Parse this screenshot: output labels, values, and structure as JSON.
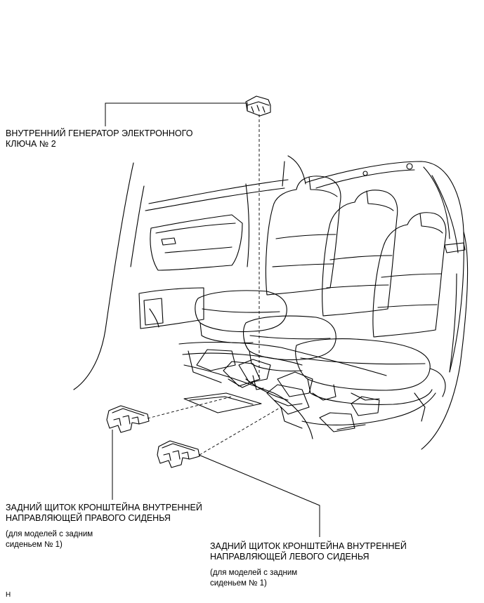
{
  "labels": {
    "generator": {
      "line1": "ВНУТРЕННИЙ ГЕНЕРАТОР ЭЛЕКТРОННОГО",
      "line2": "КЛЮЧА № 2"
    },
    "right_cover": {
      "line1": "ЗАДНИЙ ЩИТОК КРОНШТЕЙНА ВНУТРЕННЕЙ",
      "line2": "НАПРАВЛЯЮЩЕЙ ПРАВОГО СИДЕНЬЯ",
      "note1": "(для моделей с задним",
      "note2": "сиденьем № 1)"
    },
    "left_cover": {
      "line1": "ЗАДНИЙ ЩИТОК КРОНШТЕЙНА ВНУТРЕННЕЙ",
      "line2": "НАПРАВЛЯЮЩЕЙ ЛЕВОГО СИДЕНЬЯ",
      "note1": "(для моделей с задним",
      "note2": "сиденьем № 1)"
    },
    "corner_mark": "H"
  }
}
